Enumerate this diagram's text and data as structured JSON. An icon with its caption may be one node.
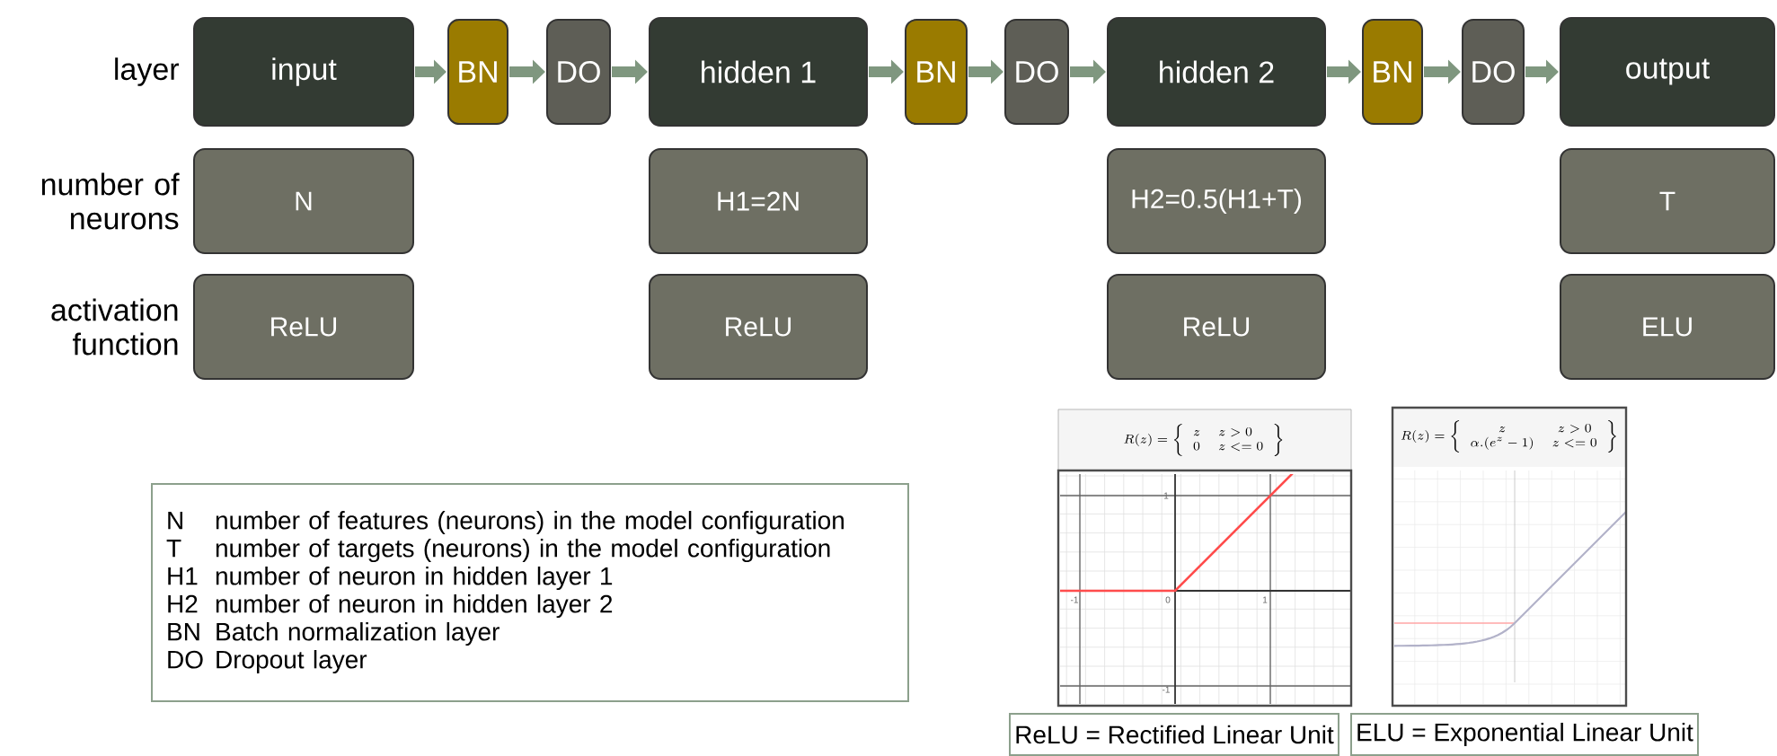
{
  "diagram": {
    "nodes": [
      {
        "text": [
          "input"
        ]
      },
      {
        "text": [
          "BN"
        ]
      },
      {
        "text": [
          "DO"
        ]
      },
      {
        "text": [
          "hidden 1"
        ]
      },
      {
        "text": [
          "BN"
        ]
      },
      {
        "text": [
          "DO"
        ]
      },
      {
        "text": [
          "hidden 2"
        ]
      },
      {
        "text": [
          "BN"
        ]
      },
      {
        "text": [
          "DO"
        ]
      },
      {
        "text": [
          "output"
        ]
      },
      {
        "text": [
          "N"
        ]
      },
      {
        "text": [
          "H1=2N"
        ]
      },
      {
        "text": [
          "H2=0.5(H1+T)"
        ]
      },
      {
        "text": [
          "T"
        ]
      },
      {
        "text": [
          "ReLU"
        ]
      },
      {
        "text": [
          "ReLU"
        ]
      },
      {
        "text": [
          "ReLU"
        ]
      },
      {
        "text": [
          "ELU"
        ]
      },
      {
        "text": [
          "N",
          "number of features (neurons) in the model configuration",
          "T",
          "number of targets (neurons) in the model configuration",
          "H1",
          "number of neuron in hidden layer 1",
          "H2",
          "number of neuron in hidden layer 2",
          "BN",
          "Batch normalization layer",
          "DO",
          "Dropout layer"
        ]
      },
      {
        "text": [
          "ReLU = Rectified Linear Unit"
        ]
      },
      {
        "text": [
          "ELU = Exponential Linear Unit"
        ]
      }
    ],
    "edges": [
      {
        "from": 0,
        "to": 1,
        "arrow": "to"
      },
      {
        "from": 1,
        "to": 2,
        "arrow": "to"
      },
      {
        "from": 2,
        "to": 3,
        "arrow": "to"
      },
      {
        "from": 3,
        "to": 4,
        "arrow": "to"
      },
      {
        "from": 4,
        "to": 5,
        "arrow": "to"
      },
      {
        "from": 5,
        "to": 6,
        "arrow": "to"
      },
      {
        "from": 6,
        "to": 7,
        "arrow": "to"
      },
      {
        "from": 7,
        "to": 8,
        "arrow": "to"
      },
      {
        "from": 8,
        "to": 9,
        "arrow": "to"
      }
    ],
    "labels": [
      "layer",
      "number of neurons",
      "activation function",
      "R(z) = \\left\\{\\begin{array}{ll} z & z > 0 \\\\ 0 & z <= 0 \\end{array}\\right\\}",
      "1",
      "-1",
      "0",
      "1",
      "-1",
      "R(z) = \\left\\{\\begin{array}{cc} z & z > 0 \\\\ \\alpha.(e^{z}-1) & z <= 0 \\end{array}\\right\\}"
    ]
  }
}
